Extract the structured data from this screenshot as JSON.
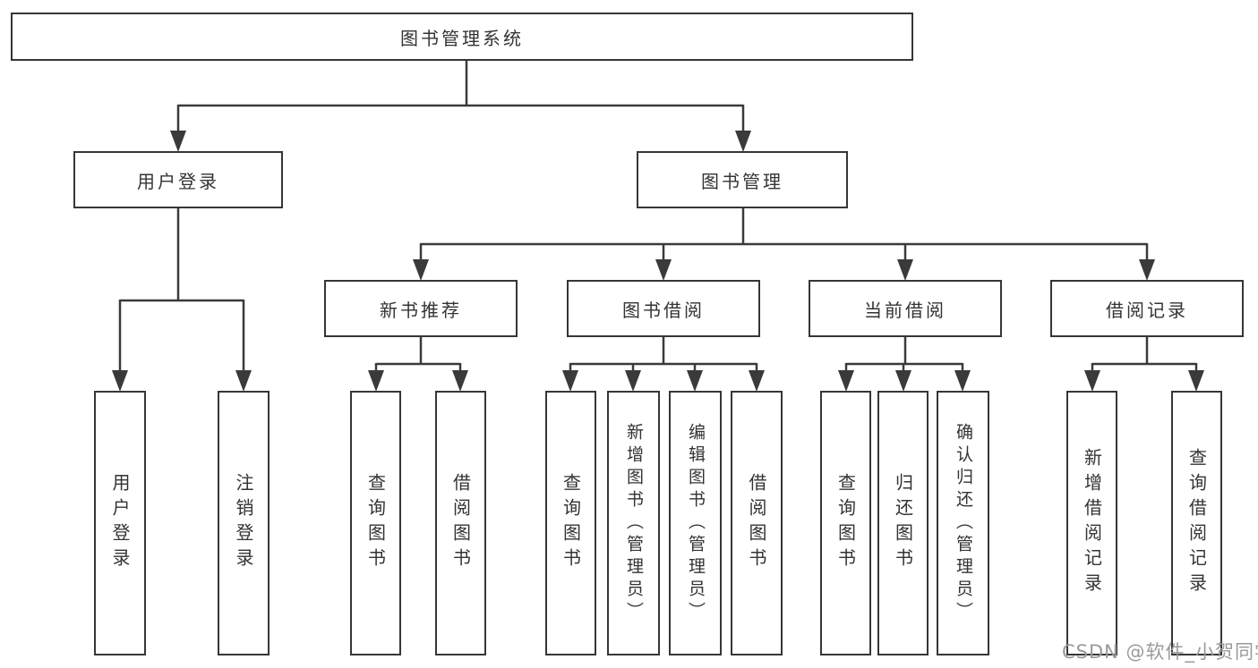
{
  "tree": {
    "label": "图书管理系统",
    "children": [
      {
        "label": "用户登录",
        "children": [
          {
            "label": "用户登录"
          },
          {
            "label": "注销登录"
          }
        ]
      },
      {
        "label": "图书管理",
        "children": [
          {
            "label": "新书推荐",
            "children": [
              {
                "label": "查询图书"
              },
              {
                "label": "借阅图书"
              }
            ]
          },
          {
            "label": "图书借阅",
            "children": [
              {
                "label": "查询图书"
              },
              {
                "label": "新增图书（管理员）"
              },
              {
                "label": "编辑图书（管理员）"
              },
              {
                "label": "借阅图书"
              }
            ]
          },
          {
            "label": "当前借阅",
            "children": [
              {
                "label": "查询图书"
              },
              {
                "label": "归还图书"
              },
              {
                "label": "确认归还（管理员）"
              }
            ]
          },
          {
            "label": "借阅记录",
            "children": [
              {
                "label": "新增借阅记录"
              },
              {
                "label": "查询借阅记录"
              }
            ]
          }
        ]
      }
    ]
  },
  "watermark": "CSDN @软件_小贺同学",
  "colors": {
    "line": "#3a3a3a",
    "box_border": "#363636",
    "text": "#333333",
    "watermark": "#9a9a9a",
    "background": "#ffffff"
  }
}
